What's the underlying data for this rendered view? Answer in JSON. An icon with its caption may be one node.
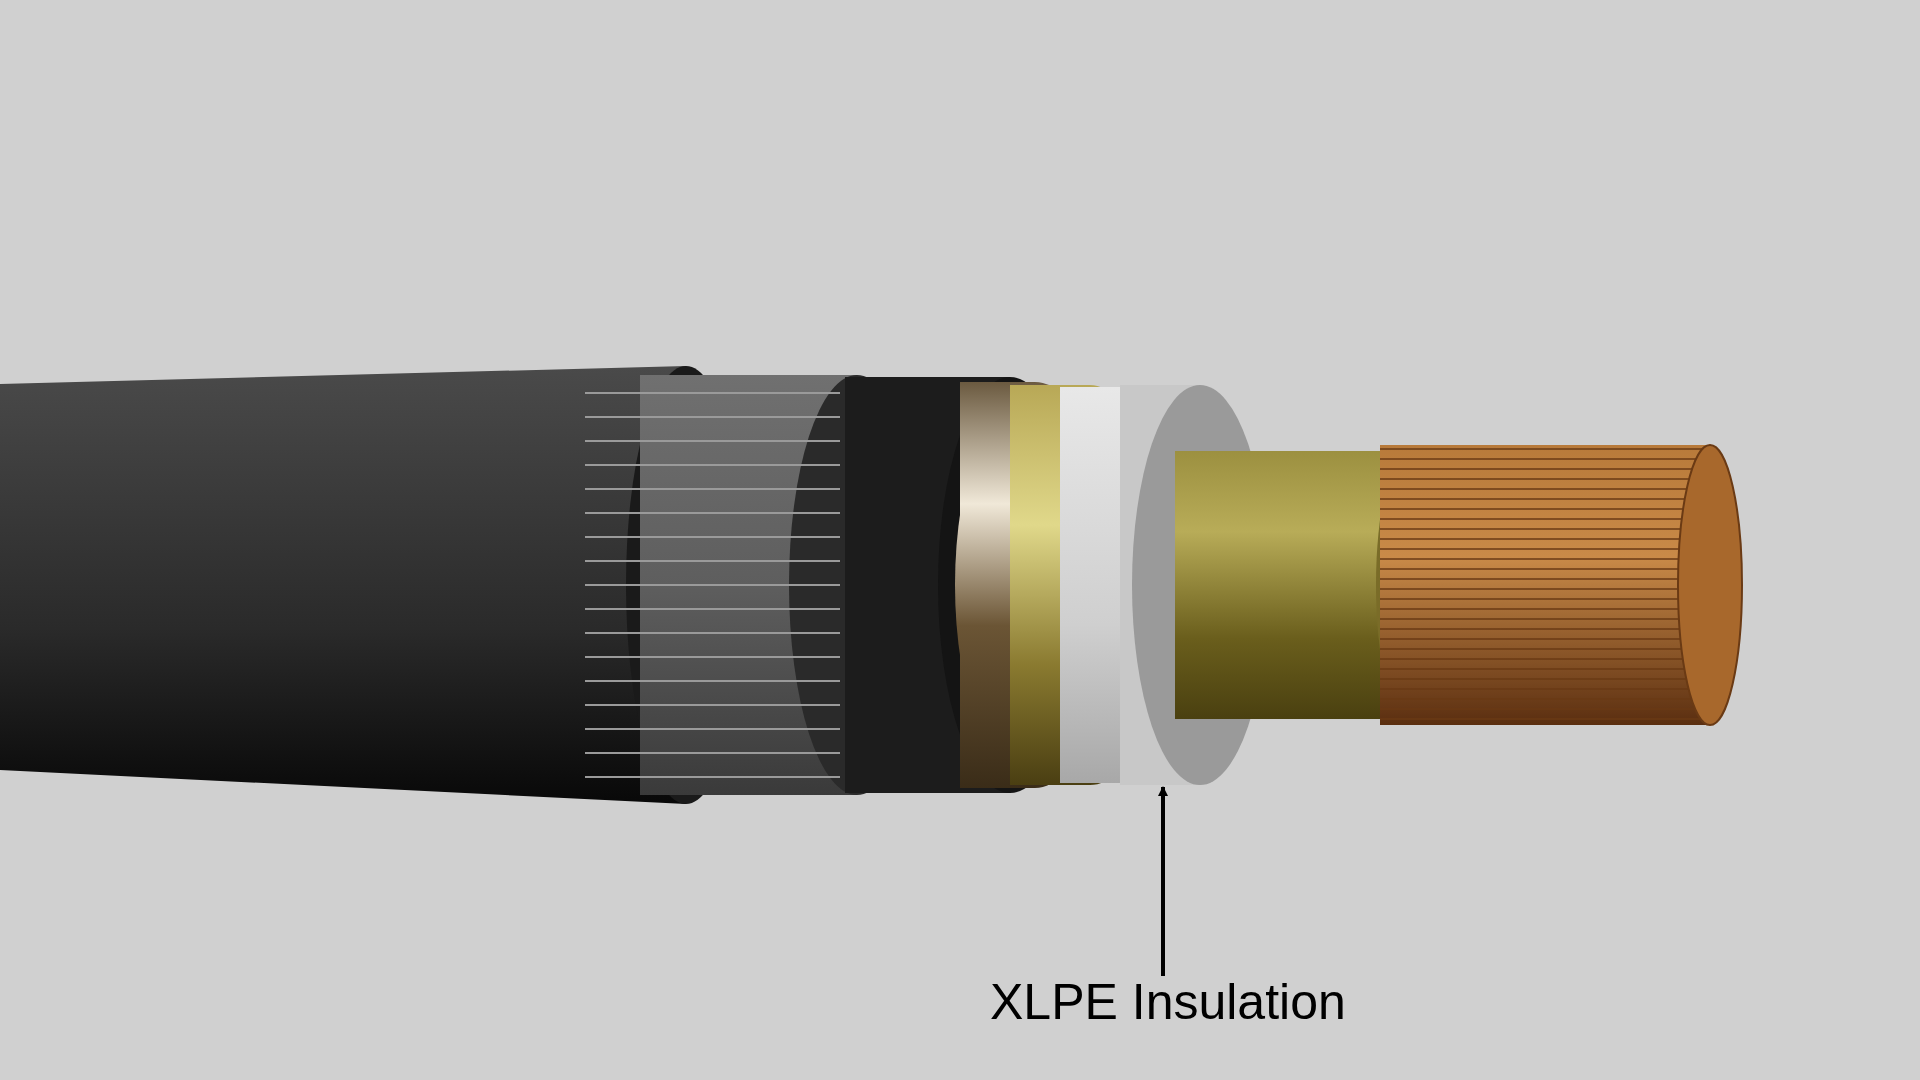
{
  "diagram": {
    "nodes": [
      {
        "text": [
          "XLPE Insulation"
        ]
      },
      {
        "text": [],
        "shape": "picture"
      }
    ],
    "edges": [
      {
        "from": 0,
        "to": 1,
        "arrow": "to"
      }
    ]
  }
}
